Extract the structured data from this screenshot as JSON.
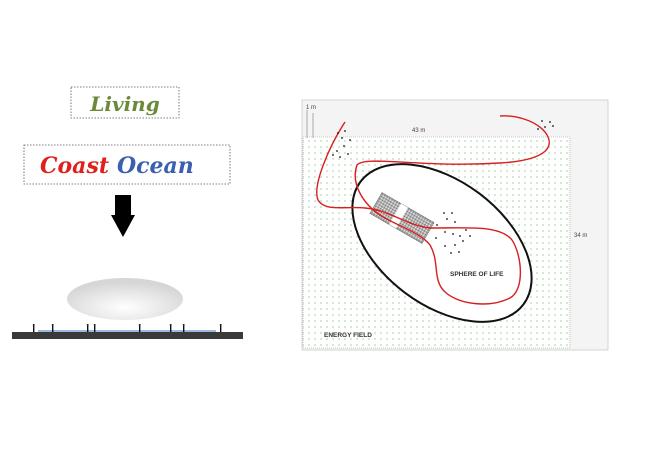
{
  "left": {
    "word_top": "Living",
    "word_coast": "Coast",
    "word_ocean": "Ocean",
    "colors": {
      "coast": "#e0201c",
      "ocean": "#3a5fb0",
      "living": "#6a8a3a",
      "ray_top": "#ffe34a",
      "ray_bottom": "#e23030",
      "ground": "#3a3a3a"
    }
  },
  "right": {
    "scale_label": "1 m",
    "width_label": "43 m",
    "height_label": "34 m",
    "sphere_label": "SPHERE OF LIFE",
    "field_label": "ENERGY FIELD",
    "colors": {
      "path": "#d81e1e",
      "field_dots": "#5cb85c",
      "ellipse": "#111111"
    }
  }
}
